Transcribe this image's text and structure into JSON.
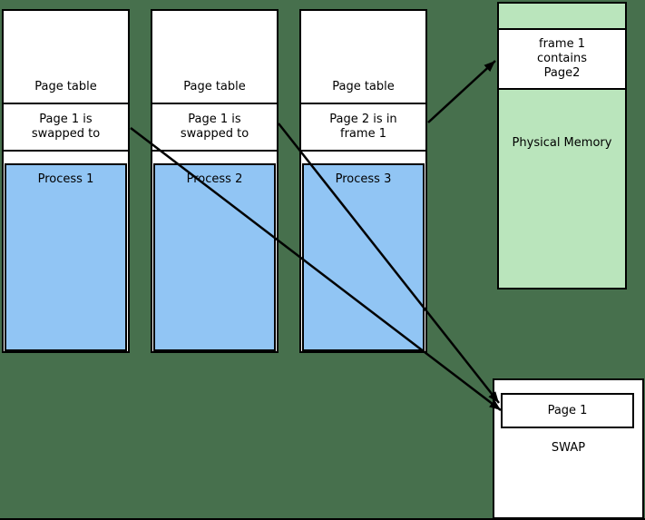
{
  "colors": {
    "background": "#47704d",
    "process_fill": "#91c5f4",
    "memory_fill": "#bae5bc",
    "box_fill": "#ffffff",
    "stroke": "#000000"
  },
  "processes": [
    {
      "page_table": "Page table",
      "entry": [
        "Page 1 is",
        "swapped to"
      ],
      "label": "Process 1"
    },
    {
      "page_table": "Page table",
      "entry": [
        "Page 1 is",
        "swapped to"
      ],
      "label": "Process 2"
    },
    {
      "page_table": "Page table",
      "entry": [
        "Page 2 is in",
        "frame 1"
      ],
      "label": "Process 3"
    }
  ],
  "physical_memory": {
    "frame": [
      "frame 1",
      "contains",
      "Page2"
    ],
    "label": "Physical Memory"
  },
  "swap": {
    "page": "Page 1",
    "label": "SWAP"
  },
  "arrows": [
    {
      "from": "process-1-page-table-entry",
      "to": "swap-page-1"
    },
    {
      "from": "process-2-page-table-entry",
      "to": "swap-page-1"
    },
    {
      "from": "process-3-page-table-entry",
      "to": "physical-memory-frame-1"
    }
  ]
}
